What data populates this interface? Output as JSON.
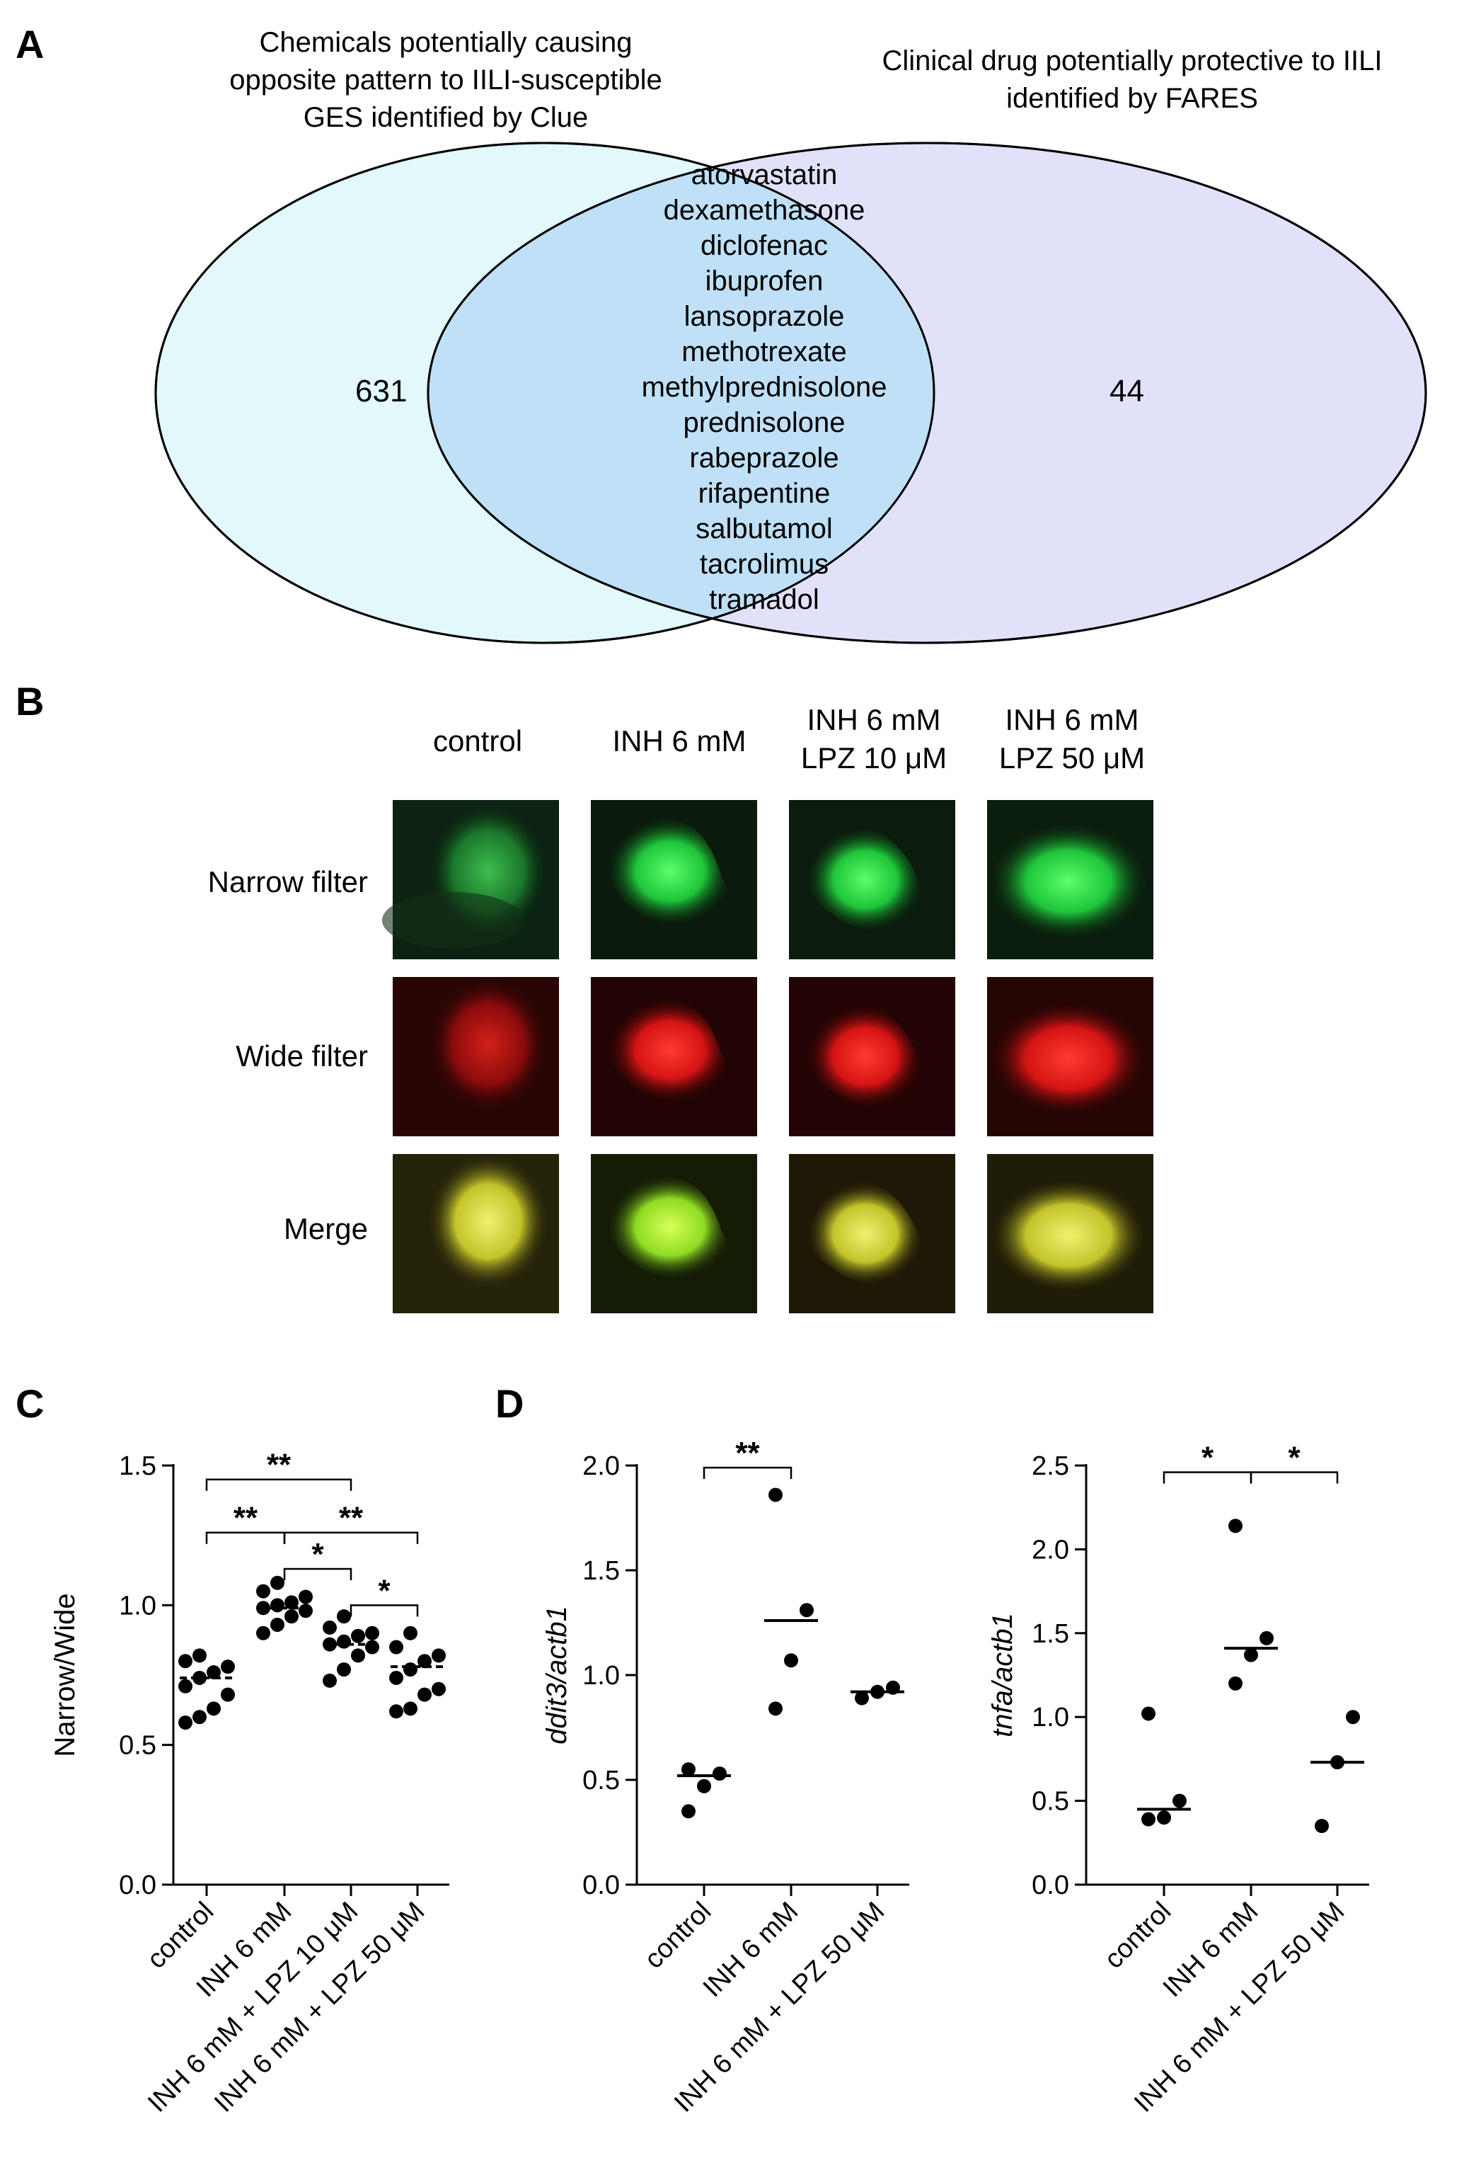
{
  "panel_labels": {
    "a": "A",
    "b": "B",
    "c": "C",
    "d": "D"
  },
  "venn": {
    "left_title": "Chemicals potentially causing\nopposite pattern to IILI-susceptible\nGES identified by Clue",
    "right_title": "Clinical drug potentially protective to IILI\nidentified by FARES",
    "left_only_count": "631",
    "right_only_count": "44",
    "overlap_drugs": [
      "atorvastatin",
      "dexamethasone",
      "diclofenac",
      "ibuprofen",
      "lansoprazole",
      "methotrexate",
      "methylprednisolone",
      "prednisolone",
      "rabeprazole",
      "rifapentine",
      "salbutamol",
      "tacrolimus",
      "tramadol"
    ],
    "colors": {
      "left": "#e2f8fb",
      "right": "#e1e2f9",
      "overlap": "#bfe0f6"
    }
  },
  "images_panel": {
    "columns": [
      "control",
      "INH 6 mM",
      "INH 6 mM\nLPZ 10 μM",
      "INH 6 mM\nLPZ 50 μM"
    ],
    "rows": [
      "Narrow filter",
      "Wide filter",
      "Merge"
    ],
    "colors": {
      "narrow": "#2ed84a",
      "wide": "#e01a1a",
      "merge": "#c8d23a"
    }
  },
  "chart_data": [
    {
      "type": "scatter",
      "panel": "C",
      "ylabel": "Narrow/Wide",
      "ylim": [
        0.0,
        1.5
      ],
      "yticks": [
        "0.0",
        "0.5",
        "1.0",
        "1.5"
      ],
      "categories": [
        "control",
        "INH 6 mM",
        "INH 6 mM + LPZ 10 μM",
        "INH 6 mM + LPZ 50 μM"
      ],
      "points": [
        [
          0.58,
          0.6,
          0.63,
          0.68,
          0.71,
          0.74,
          0.76,
          0.78,
          0.8,
          0.82
        ],
        [
          0.9,
          0.93,
          0.96,
          0.98,
          0.99,
          1.0,
          1.01,
          1.03,
          1.05,
          1.08
        ],
        [
          0.73,
          0.77,
          0.82,
          0.85,
          0.86,
          0.87,
          0.89,
          0.9,
          0.92,
          0.96
        ],
        [
          0.62,
          0.63,
          0.68,
          0.7,
          0.74,
          0.77,
          0.8,
          0.82,
          0.85,
          0.9
        ]
      ],
      "medians": [
        0.74,
        0.99,
        0.86,
        0.78
      ],
      "significance": [
        {
          "from": 0,
          "to": 2,
          "label": "**",
          "y": 1.45
        },
        {
          "from": 0,
          "to": 1,
          "label": "**",
          "y": 1.26
        },
        {
          "from": 1,
          "to": 3,
          "label": "**",
          "y": 1.26
        },
        {
          "from": 1,
          "to": 2,
          "label": "*",
          "y": 1.13
        },
        {
          "from": 2,
          "to": 3,
          "label": "*",
          "y": 1.0
        }
      ]
    },
    {
      "type": "scatter",
      "panel": "D-left",
      "ylabel": "ddit3/actb1",
      "ylim": [
        0.0,
        2.0
      ],
      "yticks": [
        "0.0",
        "0.5",
        "1.0",
        "1.5",
        "2.0"
      ],
      "categories": [
        "control",
        "INH 6 mM",
        "INH 6 mM + LPZ 50 μM"
      ],
      "points": [
        [
          0.35,
          0.47,
          0.53,
          0.55
        ],
        [
          0.84,
          1.07,
          1.31,
          1.86
        ],
        [
          0.89,
          0.92,
          0.94
        ]
      ],
      "medians": [
        0.52,
        1.26,
        0.92
      ],
      "significance": [
        {
          "from": 0,
          "to": 1,
          "label": "**",
          "y": 1.99
        }
      ]
    },
    {
      "type": "scatter",
      "panel": "D-right",
      "ylabel": "tnfa/actb1",
      "ylim": [
        0.0,
        2.5
      ],
      "yticks": [
        "0.0",
        "0.5",
        "1.0",
        "1.5",
        "2.0",
        "2.5"
      ],
      "categories": [
        "control",
        "INH 6 mM",
        "INH 6 mM + LPZ 50 μM"
      ],
      "points": [
        [
          0.39,
          0.4,
          0.5,
          1.02
        ],
        [
          1.2,
          1.37,
          1.47,
          2.14
        ],
        [
          0.35,
          0.73,
          1.0
        ]
      ],
      "medians": [
        0.45,
        1.41,
        0.73
      ],
      "significance": [
        {
          "from": 0,
          "to": 1,
          "label": "*",
          "y": 2.46
        },
        {
          "from": 1,
          "to": 2,
          "label": "*",
          "y": 2.46
        }
      ]
    }
  ]
}
